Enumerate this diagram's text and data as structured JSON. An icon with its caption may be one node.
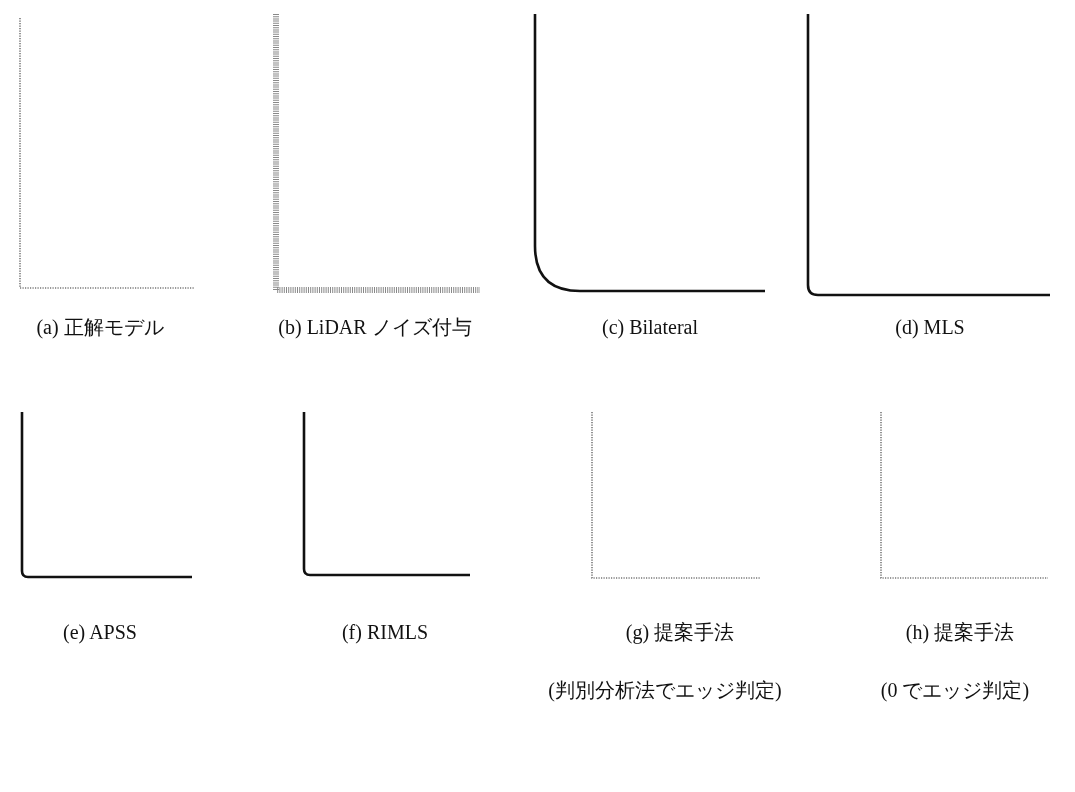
{
  "diagram": {
    "labels": [
      "(a) 正解モデル",
      "(b) LiDAR ノイズ付与",
      "(c) Bilateral",
      "(d) MLS",
      "(e) APSS",
      "(f) RIMLS",
      "(g) 提案手法",
      "(h) 提案手法",
      "(判別分析法でエッジ判定)",
      "(0 でエッジ判定)"
    ]
  }
}
